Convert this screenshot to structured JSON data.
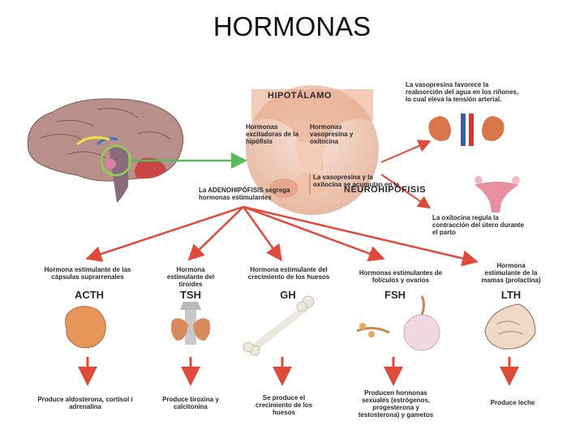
{
  "slide": {
    "title": "HORMONAS"
  },
  "diagram": {
    "hipotalamo": "HIPOTÁLAMO",
    "hormonas_excitadoras": "Hormonas excitadoras de la hipófisis",
    "hormonas_vasopresina": "Hormonas vasopresina y oxitocina",
    "adenohipofisis": "La ADENOHIPÓFISIS segrega hormonas estimulantes",
    "vasopresina_acumulan": "La vasopresina y la oxitocina se acumulan en la",
    "neurohipofisis": "NEUROHIPÓFISIS",
    "vasopresina_efecto": "La vasopresina favorece la reabsorción del agua en los riñones, lo cual eleva la tensión arterial.",
    "oxitocina_efecto": "La oxitocina regula la contracción del útero durante el parto",
    "hormones": [
      {
        "desc": "Hormona estimulante de las cápsulas suprarrenales",
        "code": "ACTH",
        "effect": "Produce aldosterona, cortisol i adrenalina"
      },
      {
        "desc": "Hormona estimulante del tiroides",
        "code": "TSH",
        "effect": "Produce tiroxina y calcitonina"
      },
      {
        "desc": "Hormona estimulante del crecimiento de los huesos",
        "code": "GH",
        "effect": "Se produce el crecimiento de los huesos"
      },
      {
        "desc": "Hormonas estimulantes de folículos y ovarios",
        "code": "FSH",
        "effect": "Producen hormonas sexuales (estrógenos, progesterona y testosterona) y gametos"
      },
      {
        "desc": "Hormona estimulante de la mamas (prolactina)",
        "code": "LTH",
        "effect": "Produce leche"
      }
    ]
  },
  "colors": {
    "arrow": "#e04a3a",
    "green": "#5cb85c",
    "brain": "#b98f8a",
    "organ": "#e8955a"
  }
}
